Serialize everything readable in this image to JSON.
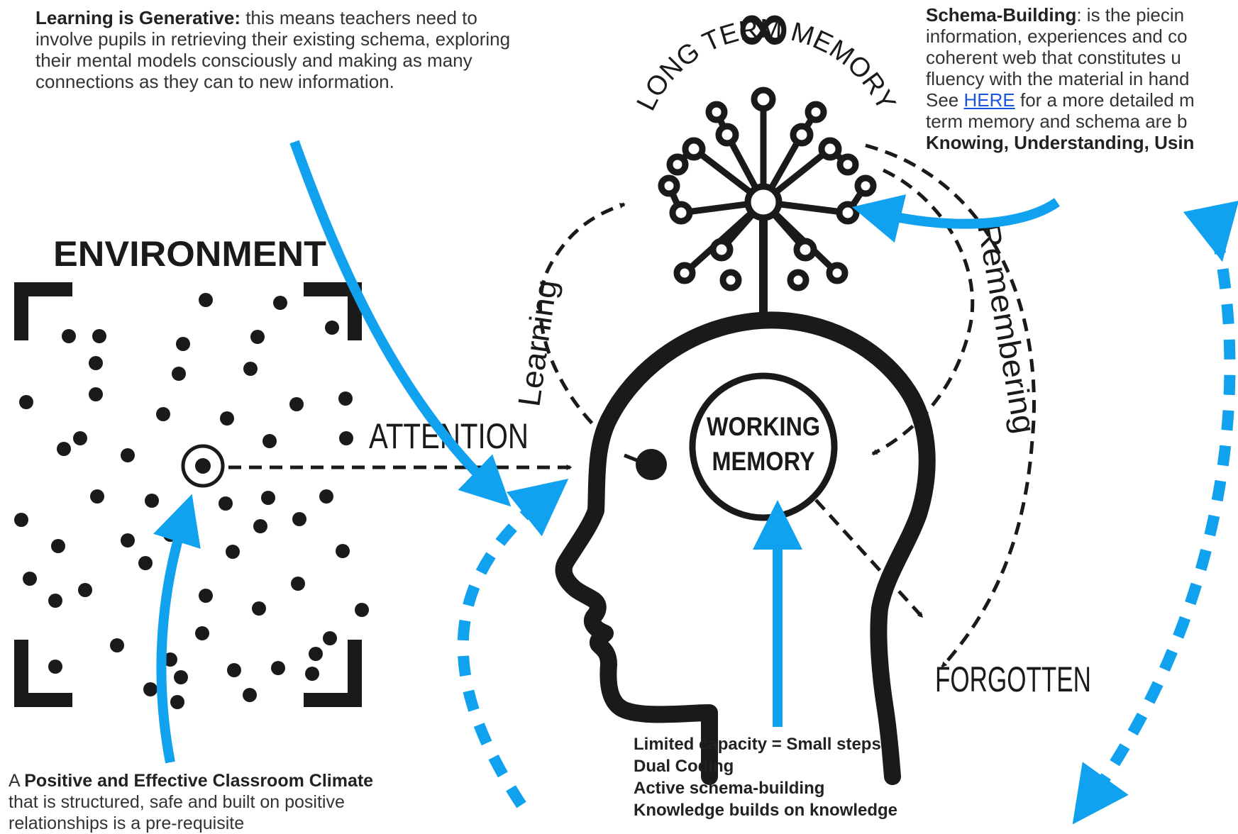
{
  "labels": {
    "infinity": "∞",
    "long_term_memory": "LONG TERM MEMORY",
    "environment": "ENVIRONMENT",
    "attention": "ATTENTION",
    "learning": "Learning",
    "remembering": "Remembering",
    "working": "WORKING",
    "memory": "MEMORY",
    "forgotten": "FORGOTTEN"
  },
  "notes": {
    "generative": {
      "bold": "Learning is Generative:",
      "text": " this means teachers need to involve pupils in retrieving their existing schema, exploring their mental models consciously and making as many connections as they can to new information."
    },
    "schema": {
      "bold": "Schema-Building",
      "line1": ": is the piecin",
      "line2": "information, experiences and co",
      "line3": "coherent web that constitutes u",
      "line4": "fluency with the material in hand",
      "line5_pre": "See ",
      "link": "HERE",
      "line5_post": " for a more detailed m",
      "line6": "term memory and schema are b",
      "line7": "Knowing, Understanding, Usin"
    },
    "climate": {
      "pre": "A ",
      "bold": "Positive and Effective Classroom Climate",
      "text": " that is structured, safe and built on positive relationships is a pre-requisite"
    },
    "working": {
      "lines": [
        "Limited capacity = Small steps",
        "Dual Coding",
        "Active schema-building",
        "Knowledge builds on knowledge"
      ]
    }
  },
  "colors": {
    "accent_arrow": "#10a2ef",
    "ink": "#1a1a1a",
    "text": "#333333",
    "link": "#1a55e0"
  }
}
